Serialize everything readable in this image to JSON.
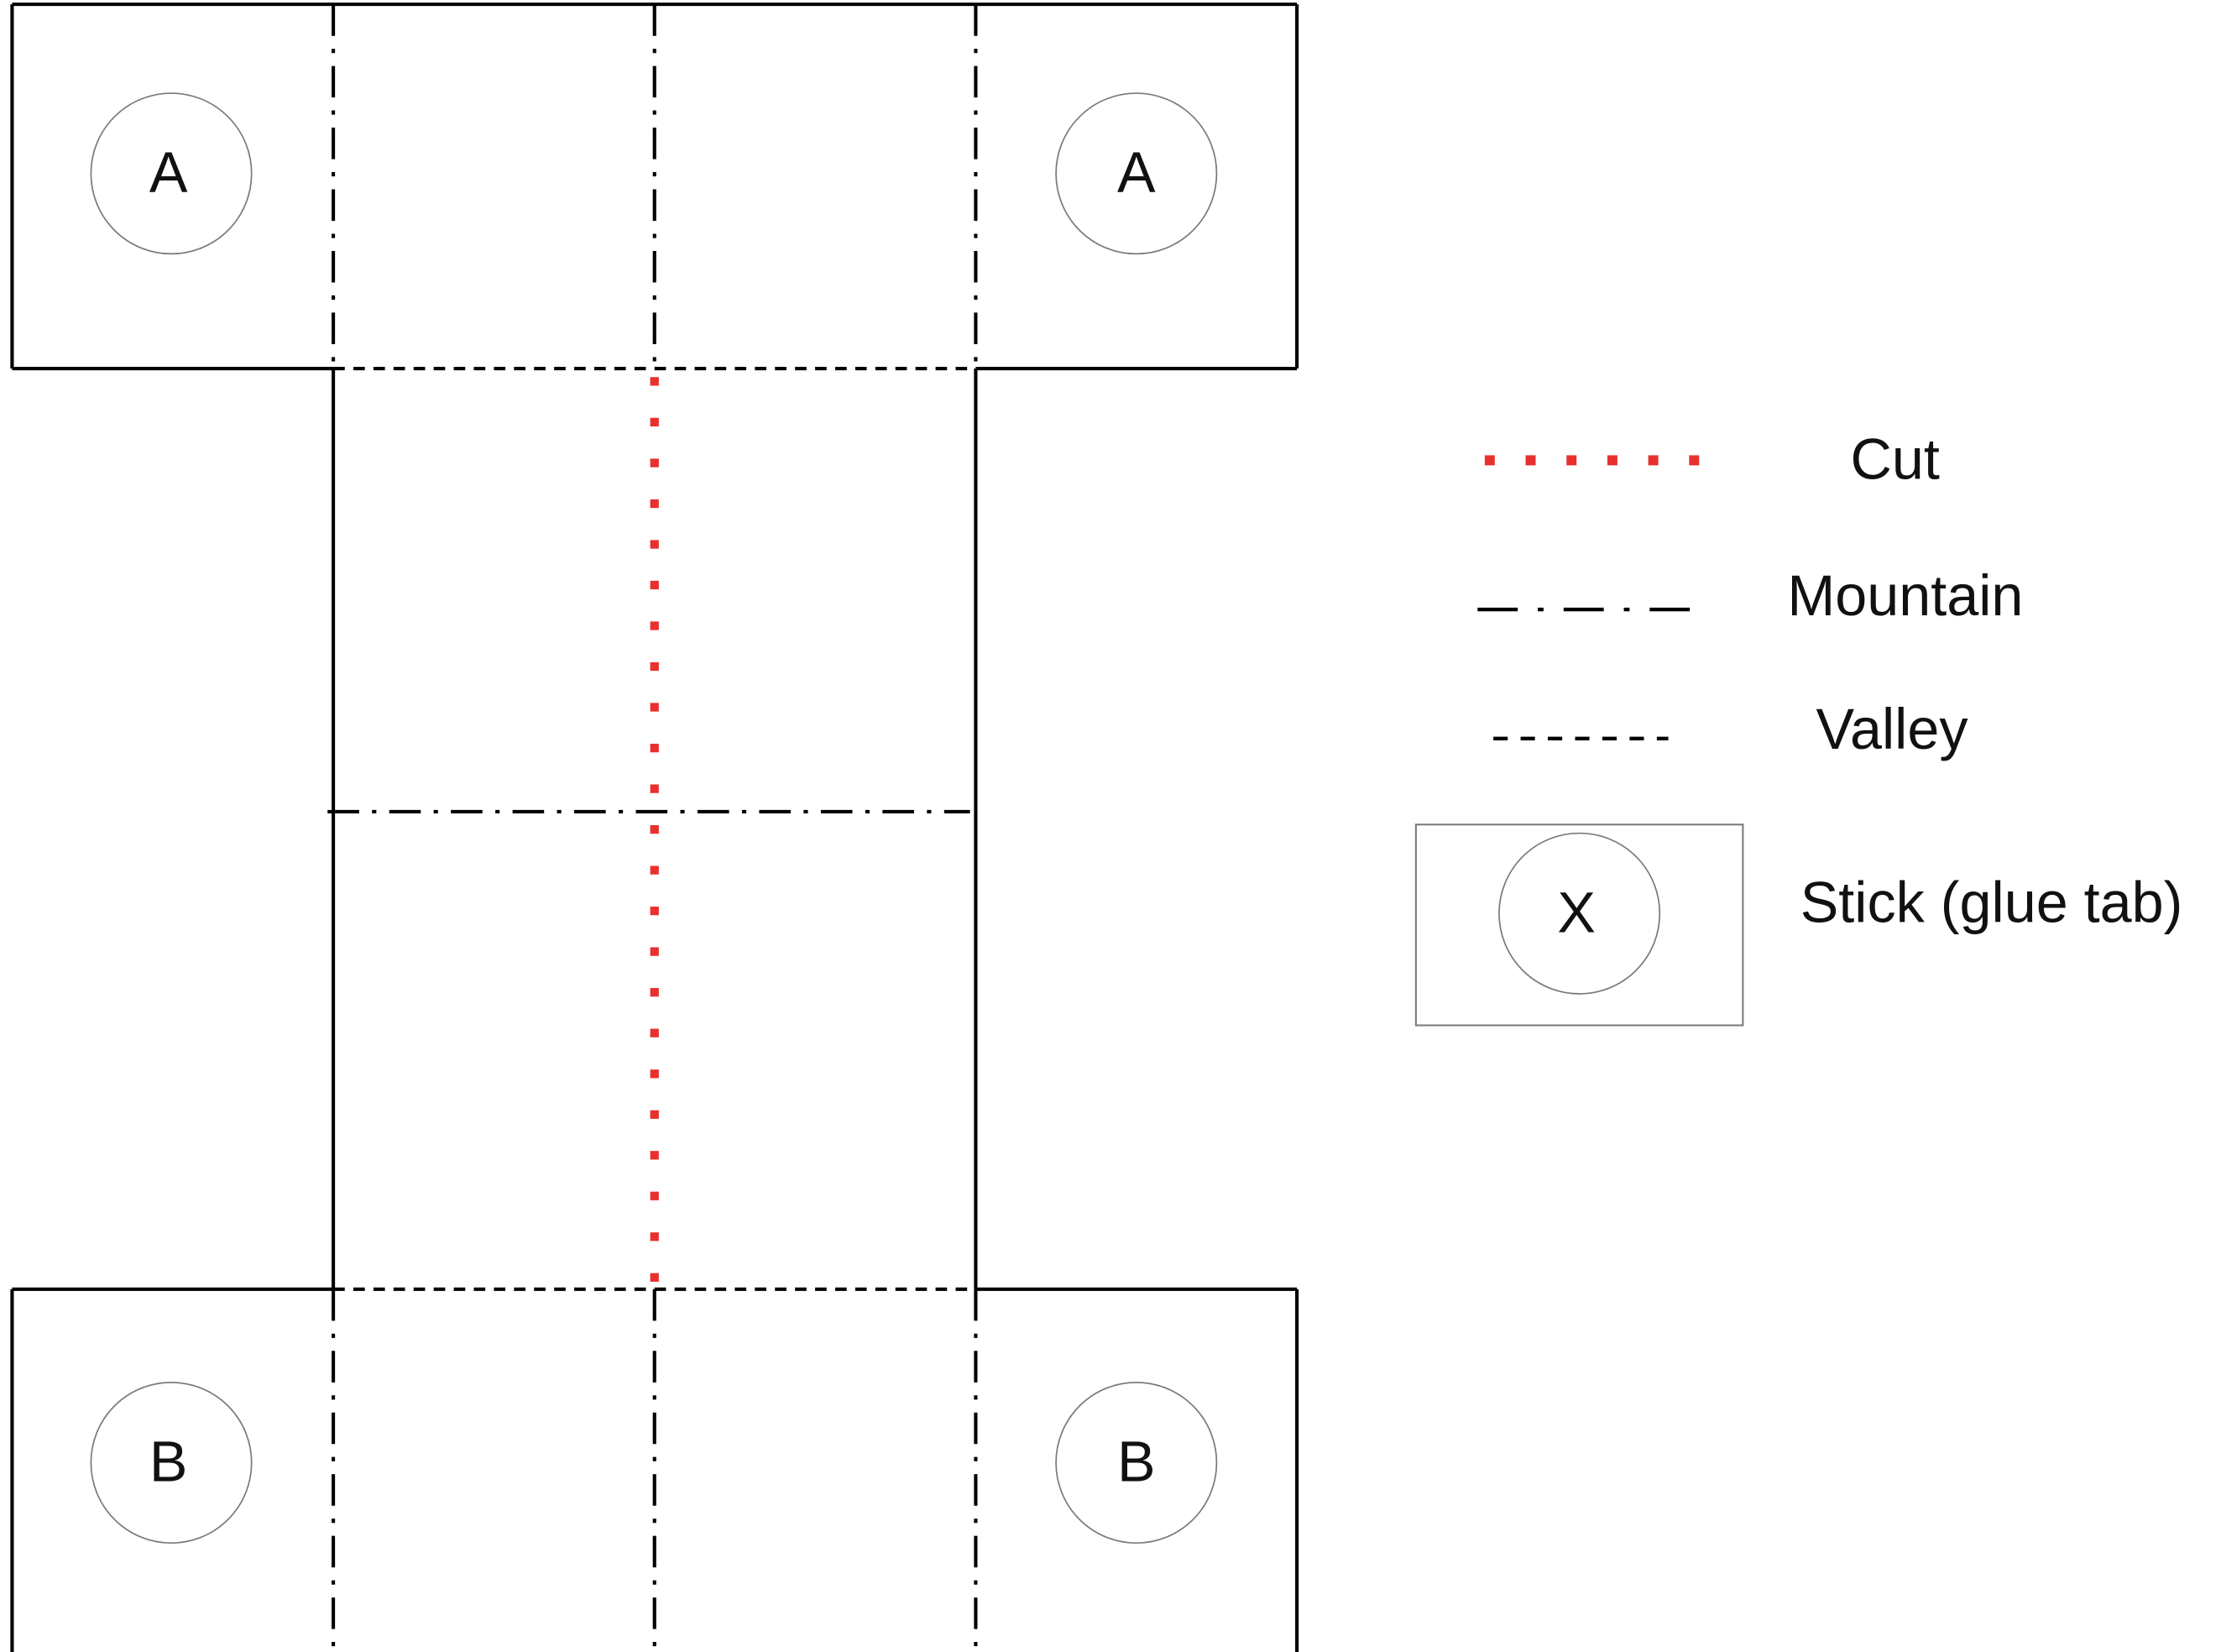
{
  "net": {
    "top_tabs": {
      "left": "A",
      "right": "A"
    },
    "bottom_tabs": {
      "left": "B",
      "right": "B"
    }
  },
  "legend": {
    "cut": "Cut",
    "mountain": "Mountain",
    "valley": "Valley",
    "stick": "Stick (glue tab)",
    "stick_symbol": "X"
  },
  "colors": {
    "cut": "#e8312f",
    "line": "#000000",
    "circle": "#7a7a7a"
  }
}
